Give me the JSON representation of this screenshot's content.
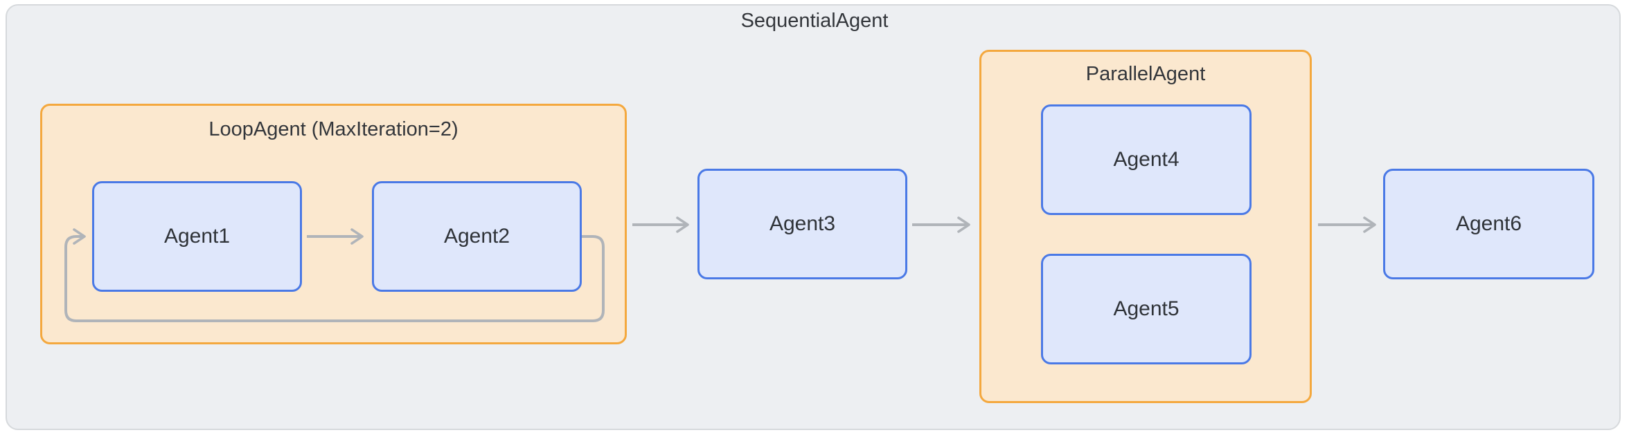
{
  "diagram": {
    "title": "SequentialAgent",
    "groups": {
      "loop_agent": {
        "label": "LoopAgent (MaxIteration=2)",
        "type": "loop-container",
        "children": [
          "Agent1",
          "Agent2"
        ],
        "loop_note": "loop-back arrow from Agent2 output to Agent1 input"
      },
      "parallel_agent": {
        "label": "ParallelAgent",
        "type": "parallel-container",
        "children": [
          "Agent4",
          "Agent5"
        ]
      }
    },
    "nodes": {
      "agent1": "Agent1",
      "agent2": "Agent2",
      "agent3": "Agent3",
      "agent4": "Agent4",
      "agent5": "Agent5",
      "agent6": "Agent6"
    },
    "flow": [
      "LoopAgent(Agent1->Agent2, loop)",
      "Agent3",
      "ParallelAgent(Agent4 | Agent5)",
      "Agent6"
    ],
    "colors": {
      "outer_fill": "#EDEFF2",
      "outer_border": "#D6D9DC",
      "group_fill": "#FBE8CF",
      "group_border": "#F4A83E",
      "node_fill": "#DFE7FB",
      "node_border": "#4A79E6",
      "arrow": "#B0B4B9",
      "text": "#33363B"
    }
  }
}
